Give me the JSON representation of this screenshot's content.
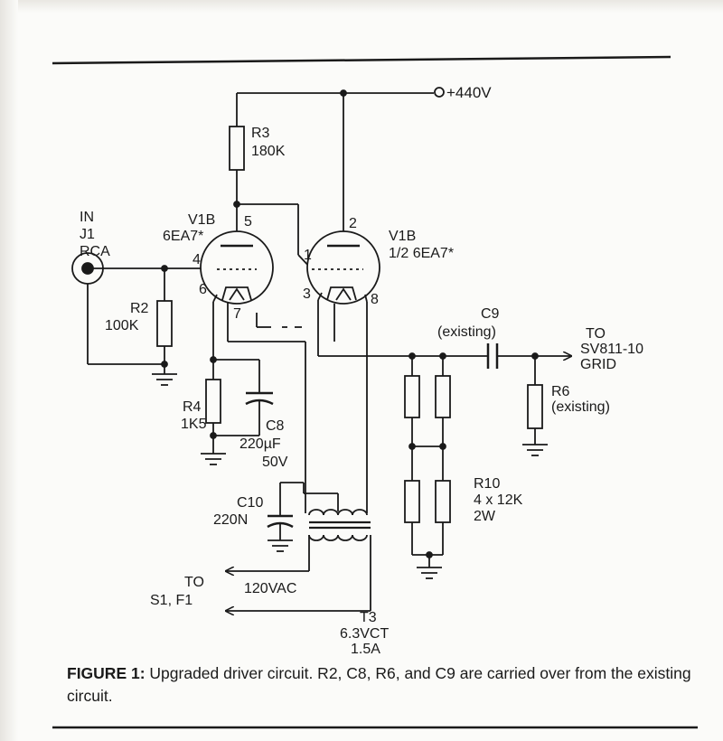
{
  "schematic": {
    "supply": "+440V",
    "r3": {
      "ref": "R3",
      "value": "180K"
    },
    "in": {
      "label": "IN",
      "jack": "J1",
      "type": "RCA"
    },
    "v1b_left": {
      "ref": "V1B",
      "type": "6EA7*",
      "pin_plate": "5",
      "pin_grid": "4",
      "pin_cathode": "6",
      "pin_heater": "7"
    },
    "v1b_right": {
      "ref": "V1B",
      "type": "1/2 6EA7*",
      "pin_plate": "2",
      "pin_grid": "1",
      "pin_cathode": "3",
      "pin_heater": "8"
    },
    "r2": {
      "ref": "R2",
      "value": "100K"
    },
    "r4": {
      "ref": "R4",
      "value": "1K5"
    },
    "c8": {
      "ref": "C8",
      "value": "220µF",
      "voltage": "50V"
    },
    "c9": {
      "ref": "C9",
      "note": "(existing)"
    },
    "output": {
      "to": "TO",
      "dest": "SV811-10",
      "pin": "GRID"
    },
    "r6": {
      "ref": "R6",
      "note": "(existing)"
    },
    "r10": {
      "ref": "R10",
      "value": "4 x 12K",
      "power": "2W"
    },
    "c10": {
      "ref": "C10",
      "value": "220N"
    },
    "mains": {
      "to": "TO",
      "dest": "S1, F1",
      "voltage": "120VAC"
    },
    "t3": {
      "ref": "T3",
      "rating": "6.3VCT",
      "current": "1.5A"
    }
  },
  "caption": {
    "label": "FIGURE 1:",
    "text": " Upgraded driver circuit. R2, C8, R6, and C9 are carried over from the existing circuit."
  }
}
